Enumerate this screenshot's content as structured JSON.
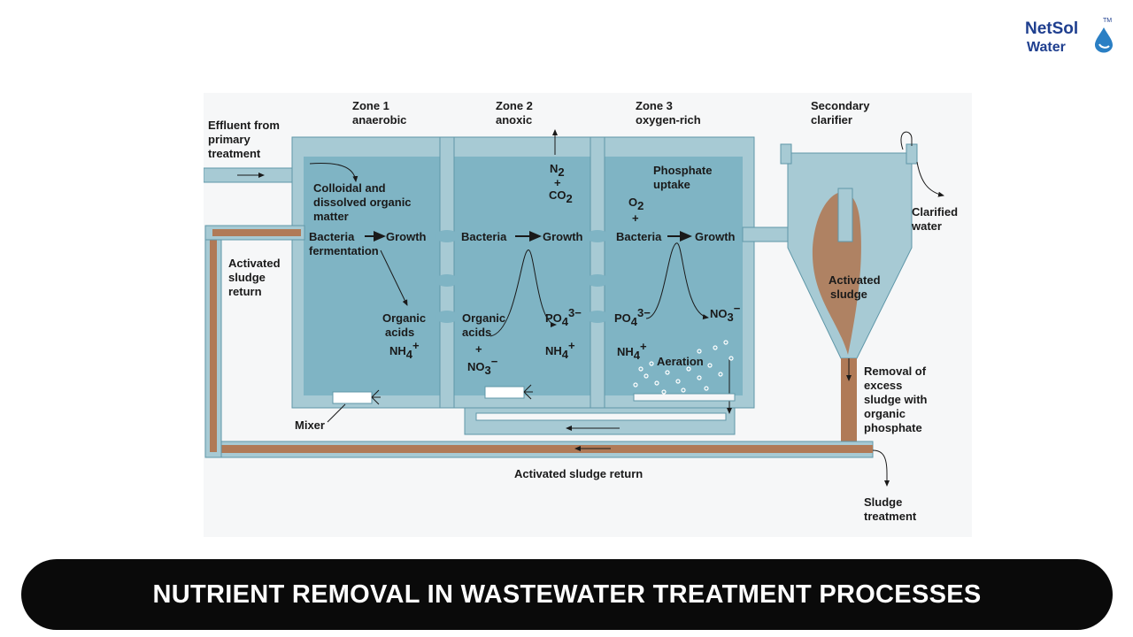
{
  "brand": {
    "line1": "NetSol",
    "line2": "Water",
    "mark": "TM"
  },
  "banner": {
    "title": "NUTRIENT REMOVAL IN WASTEWATER TREATMENT PROCESSES"
  },
  "diagram": {
    "effluent": [
      "Effluent from",
      "primary",
      "treatment"
    ],
    "zone1": [
      "Zone 1",
      "anaerobic"
    ],
    "zone2": [
      "Zone 2",
      "anoxic"
    ],
    "zone3": [
      "Zone 3",
      "oxygen-rich"
    ],
    "secondary": [
      "Secondary",
      "clarifier"
    ],
    "colloidal": [
      "Colloidal and",
      "dissolved organic",
      "matter"
    ],
    "bacteria": "Bacteria",
    "growth": "Growth",
    "fermentation": "fermentation",
    "organic": "Organic",
    "acids": "acids",
    "n2": "N",
    "plus": "+",
    "co2": "CO",
    "phosphate": [
      "Phosphate",
      "uptake"
    ],
    "o2": "O",
    "po4": "PO",
    "no3": "NO",
    "nh4": "NH",
    "sub_2": "2",
    "sub_3": "3",
    "sub_4": "4",
    "sup_3minus": "3−",
    "sup_minus": "−",
    "sup_plus": "+",
    "aeration": "Aeration",
    "mixer": "Mixer",
    "activated_return_left": [
      "Activated",
      "sludge",
      "return"
    ],
    "activated_sludge": [
      "Activated",
      "sludge"
    ],
    "clarified": [
      "Clarified",
      "water"
    ],
    "removal": [
      "Removal of",
      "excess",
      "sludge with",
      "organic",
      "phosphate"
    ],
    "return_bottom": "Activated sludge return",
    "sludge_treatment": [
      "Sludge",
      "treatment"
    ]
  },
  "colors": {
    "water": "#7fb4c4",
    "pipe": "#a7cad4",
    "outline": "#5f97a8",
    "sludge": "#b07a57",
    "banner": "#0a0a0a",
    "brand": "#1f3f8f"
  }
}
